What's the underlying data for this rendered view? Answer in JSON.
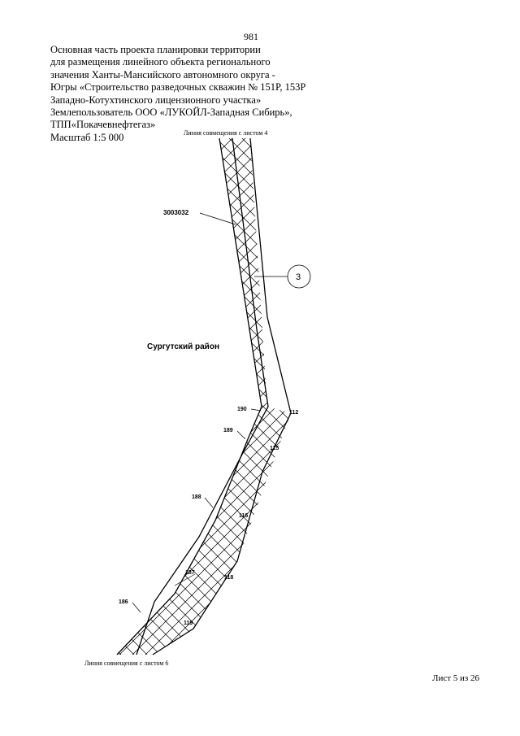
{
  "page_number": "981",
  "header": {
    "lines": [
      "Основная часть проекта планировки территории",
      "для размещения линейного объекта регионального",
      "значения Ханты-Мансийского автономного округа -",
      "Югры «Строительство разведочных скважин № 151Р, 153Р",
      "Западно-Котухтинского лицензионного участка»",
      "Землепользователь ООО «ЛУКОЙЛ-Западная Сибирь»,",
      "ТПП«Покачевнефтегаз»",
      "Масштаб 1:5 000"
    ]
  },
  "map": {
    "match_line_top": "Линия совмещения с листом 4",
    "match_line_bottom": "Линия совмещения с листом 6",
    "district_label": "Сургутский район",
    "cadastral_label": "3003032",
    "callout_number": "3",
    "left_points": [
      "190",
      "189",
      "188",
      "187",
      "186"
    ],
    "right_points": [
      "112",
      "115",
      "116",
      "118",
      "119"
    ]
  },
  "sheet_label": "Лист 5 из 26"
}
